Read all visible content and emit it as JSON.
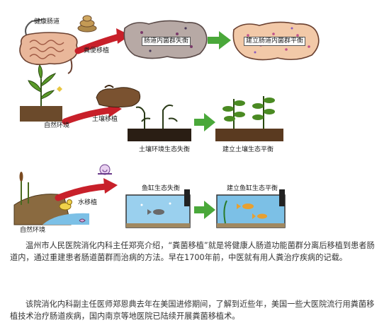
{
  "illustration": {
    "row1": {
      "healthy_gut_label": "健康肠道",
      "fecal_transplant_label": "粪便移植",
      "imbalance_label": "肠道内菌群失衡",
      "balanced_label": "建立肠道内菌群平衡"
    },
    "row2": {
      "natural_env_label": "自然环境",
      "soil_transplant_label": "土壤移植",
      "soil_imbalance_label": "土壤环境生态失衡",
      "soil_balance_label": "建立土壤生态平衡"
    },
    "row3": {
      "natural_env_label": "自然环境",
      "water_transplant_label": "水移植",
      "tank_imbalance_label": "鱼缸生态失衡",
      "tank_balance_label": "建立鱼缸生态平衡"
    },
    "colors": {
      "arrow_red": "#c8202a",
      "arrow_green": "#4aa83a",
      "gut_pink": "#e9b79a",
      "water_blue": "#7cc0e6",
      "soil_brown": "#6b4a2b"
    }
  },
  "article": {
    "paragraph1": "温州市人民医院消化内科主任郑亮介绍，“粪菌移植”就是将健康人肠道功能菌群分离后移植到患者肠道内，通过重建患者肠道菌群而治病的方法。早在1700年前，中医就有用人粪治疗疾病的记载。",
    "paragraph2": "该院消化内科副主任医师郑恩典去年在美国进修期间，了解到近些年，美国一些大医院流行用粪菌移植技术治疗肠道疾病，国内南京等地医院已陆续开展粪菌移植术。"
  }
}
